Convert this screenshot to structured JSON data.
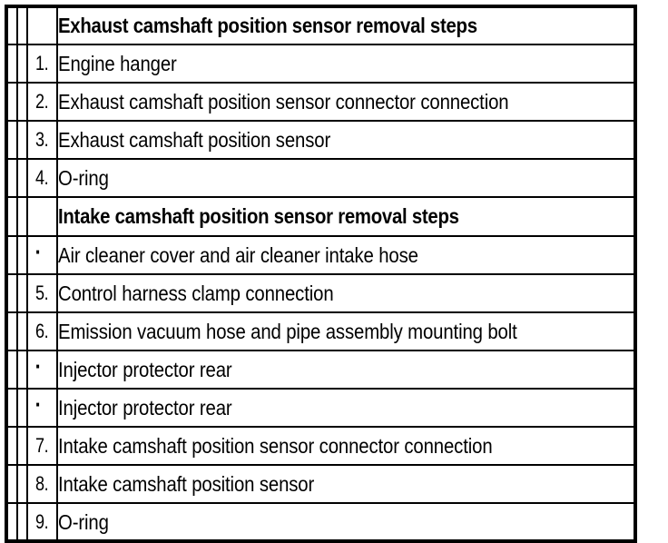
{
  "document": {
    "type": "service-procedure-step-table",
    "background_color": "#ffffff",
    "text_color": "#000000",
    "border_color": "#000000"
  },
  "table": {
    "columns": [
      "marker-a",
      "marker-b",
      "step-number",
      "description"
    ],
    "rows": [
      {
        "kind": "section-header",
        "number": "",
        "text": "Exhaust camshaft position sensor removal steps"
      },
      {
        "kind": "step",
        "number": "1.",
        "text": "Engine hanger"
      },
      {
        "kind": "step",
        "number": "2.",
        "text": "Exhaust camshaft position sensor connector connection"
      },
      {
        "kind": "step",
        "number": "3.",
        "text": "Exhaust camshaft position sensor"
      },
      {
        "kind": "step",
        "number": "4.",
        "text": "O-ring"
      },
      {
        "kind": "section-header",
        "number": "",
        "text": "Intake camshaft position sensor removal steps"
      },
      {
        "kind": "bullet",
        "number": "·",
        "text": "Air cleaner cover and air cleaner intake hose"
      },
      {
        "kind": "step",
        "number": "5.",
        "text": "Control harness clamp connection"
      },
      {
        "kind": "step",
        "number": "6.",
        "text": "Emission vacuum hose and pipe assembly mounting bolt"
      },
      {
        "kind": "bullet",
        "number": "·",
        "text": "Injector protector rear"
      },
      {
        "kind": "bullet",
        "number": "·",
        "text": "Injector protector rear"
      },
      {
        "kind": "step",
        "number": "7.",
        "text": "Intake camshaft position sensor connector connection"
      },
      {
        "kind": "step",
        "number": "8.",
        "text": "Intake camshaft position sensor"
      },
      {
        "kind": "step",
        "number": "9.",
        "text": "O-ring"
      }
    ]
  }
}
